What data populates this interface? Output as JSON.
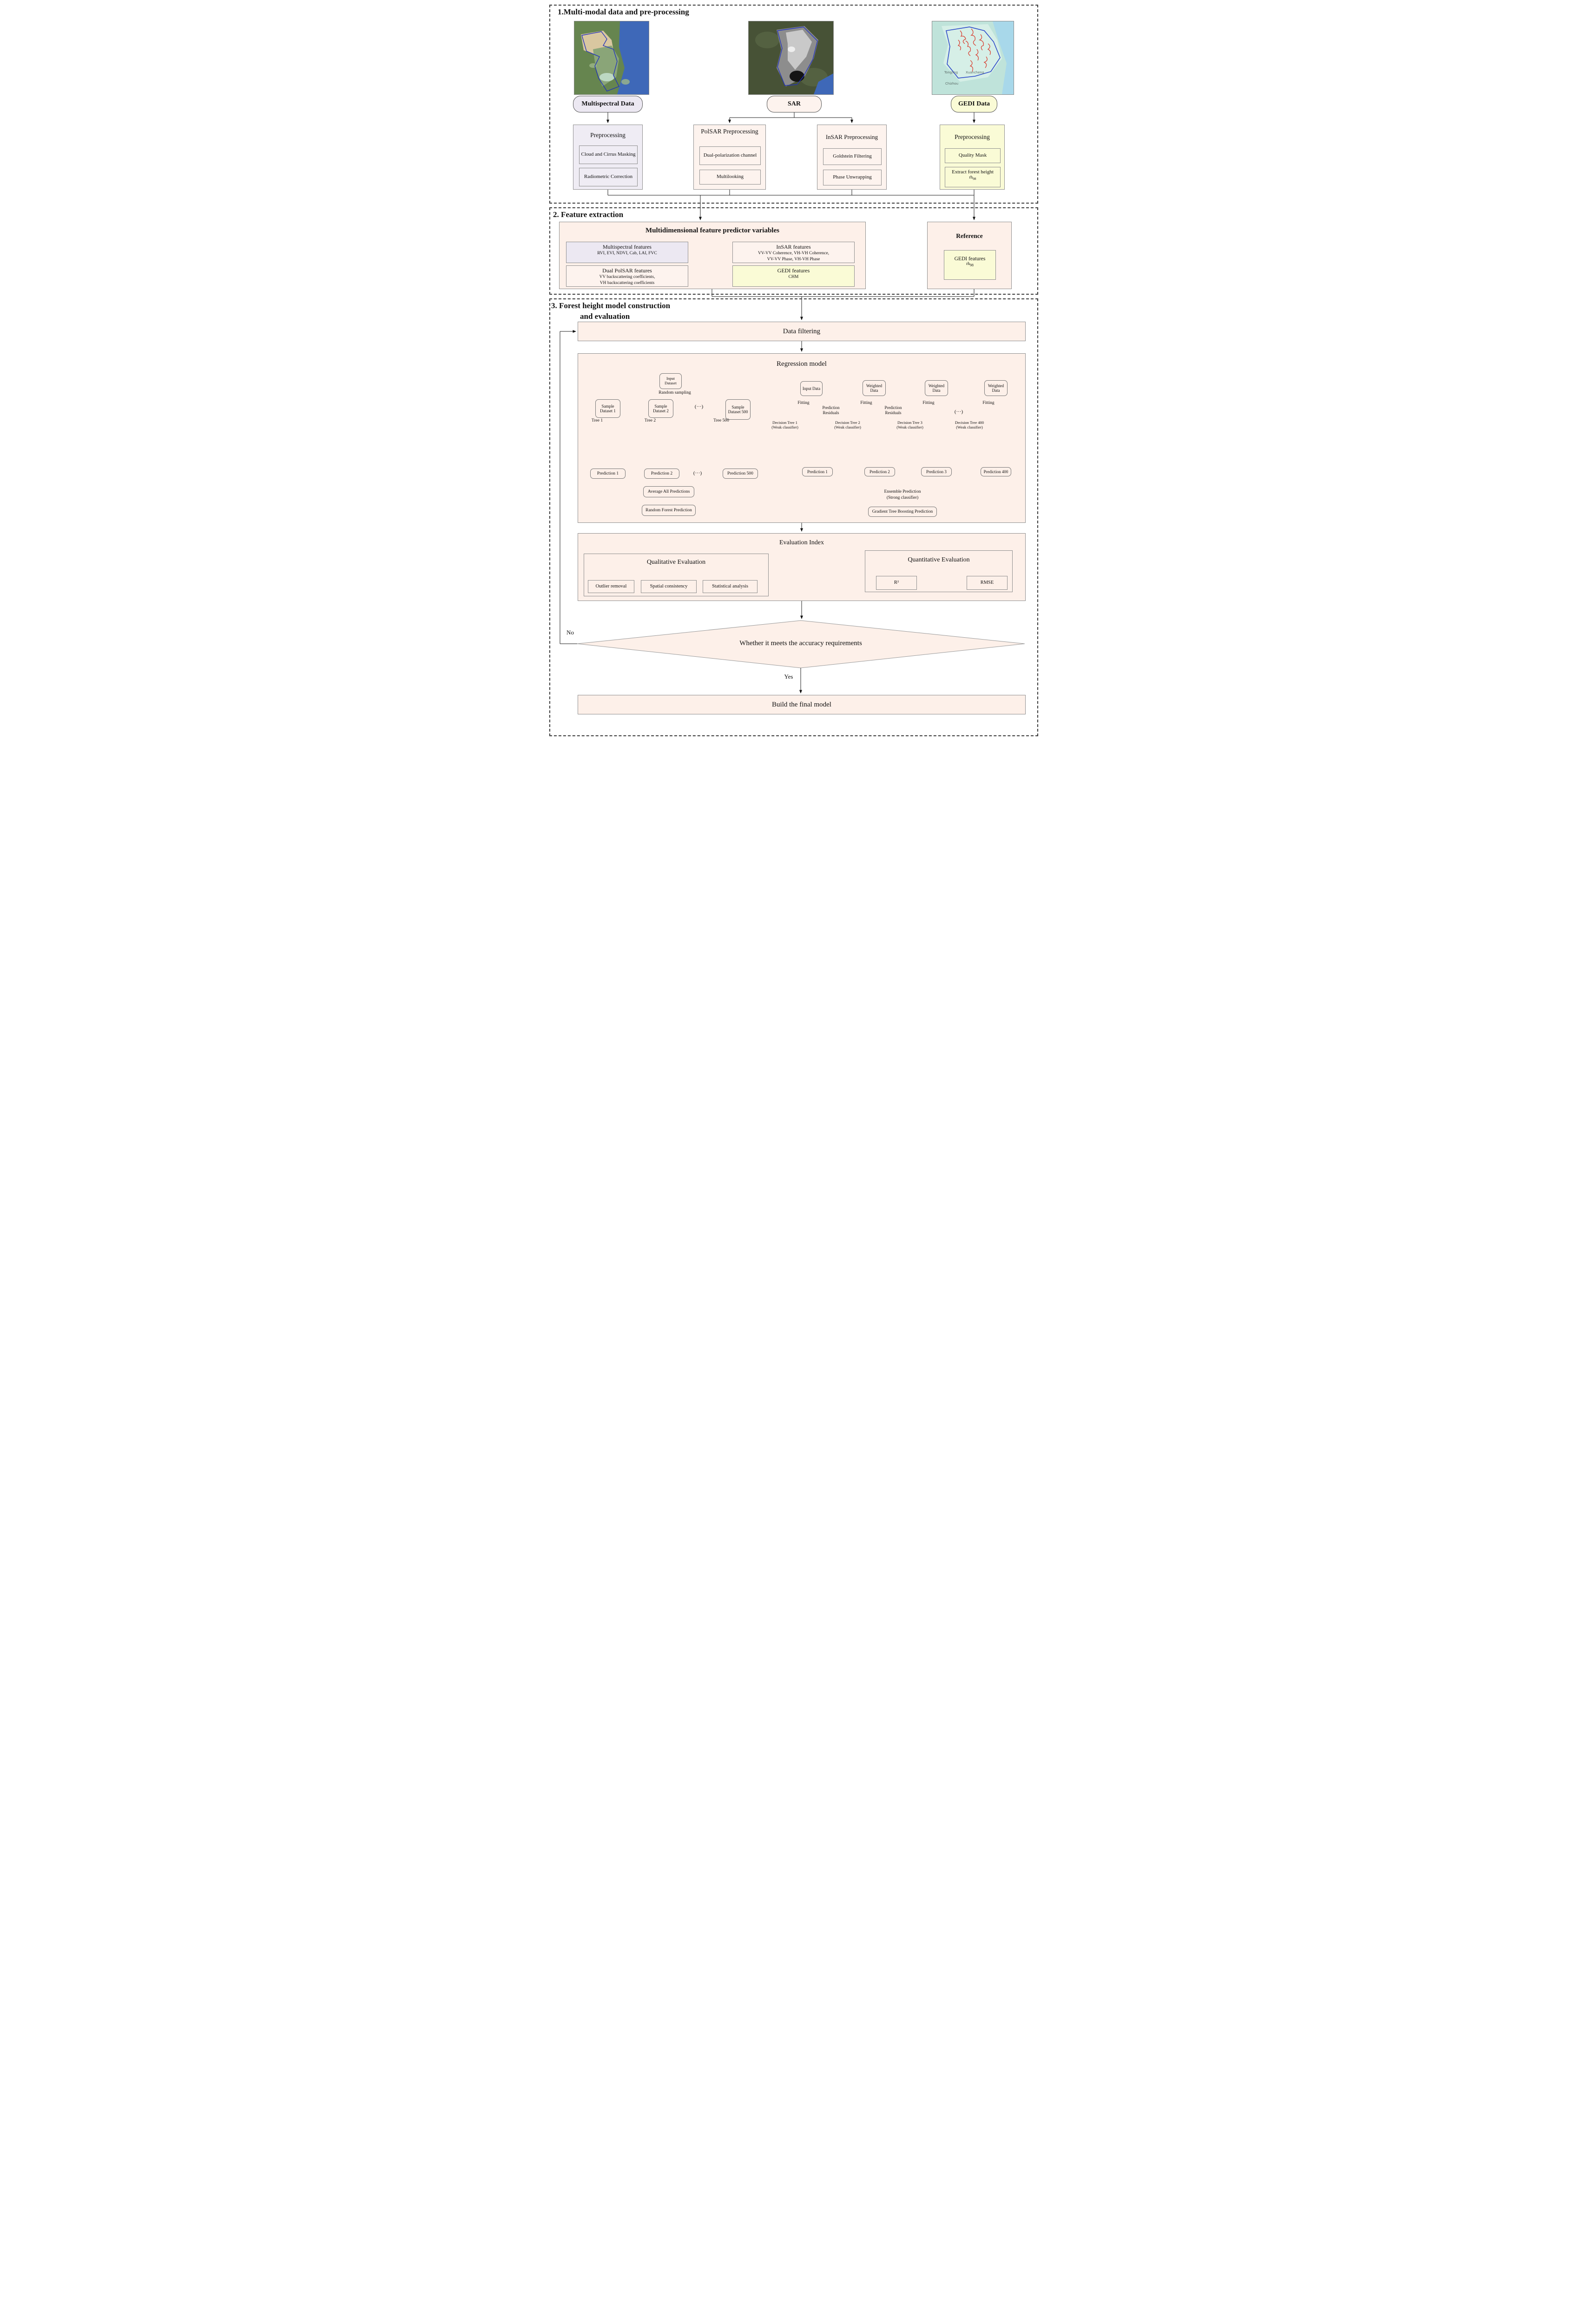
{
  "palette": {
    "panel_pink": "#fdf0e9",
    "panel_pink_light": "#fdf3ee",
    "lavender": "#ece8f2",
    "pale_yellow": "#fafbd6",
    "tree_node_green": "#a9ca8c",
    "tree_node_light": "#e6f2df",
    "sea_blue": "#3e68b8",
    "gedi_track_red": "#d93325"
  },
  "s1": {
    "title": "1.Multi-modal data and pre-processing",
    "pills": {
      "ms": "Multispectral Data",
      "sar": "SAR",
      "gedi": "GEDI Data"
    },
    "ms": {
      "title": "Preprocessing",
      "steps": [
        "Cloud and Cirrus Masking",
        "Radiometric Correction"
      ]
    },
    "polsar": {
      "title": "PolSAR Preprocessing",
      "steps": [
        "Dual-polarization channel",
        "Multilooking"
      ]
    },
    "insar": {
      "title": "InSAR Preprocessing",
      "steps": [
        "Goldstein Filtering",
        "Phase Unwrapping"
      ]
    },
    "gedi": {
      "title": "Preprocessing",
      "steps": [
        "Quality Mask"
      ],
      "extract_main": "Extract forest height",
      "extract_base": "rh",
      "extract_sub": "98"
    },
    "gedi_map_labels": [
      "Tongling",
      "Xuancheng",
      "Chizhou"
    ]
  },
  "s2": {
    "title": "2. Feature extraction",
    "predictor_title": "Multidimensional feature predictor variables",
    "groups": [
      {
        "title": "Multispectral features",
        "lines": [
          "RVI, EVI, NDVI, Cab, LAI, FVC"
        ]
      },
      {
        "title": "Dual PolSAR features",
        "lines": [
          "VV backscattering coefficients,",
          "VH backscattering coefficients"
        ]
      },
      {
        "title": "InSAR features",
        "lines": [
          "VV-VV Coherence, VH-VH Coherence,",
          "VV-VV Phase,  VH-VH Phase"
        ]
      },
      {
        "title": "GEDI features",
        "lines": [
          "CHM"
        ]
      }
    ],
    "reference": {
      "title": "Reference",
      "inner_title": "GEDI features",
      "inner_base": "rh",
      "inner_sub": "98"
    }
  },
  "s3": {
    "title1": "3. Forest height model construction",
    "title2": "and evaluation",
    "data_filtering": "Data filtering",
    "regression_title": "Regression model",
    "rf": {
      "input": "Input Dataset",
      "sampling": "Random sampling",
      "samples": [
        "Sample Dataset 1",
        "Sample Dataset 2",
        "Sample Dataset 500"
      ],
      "ellipsis": "(···)",
      "tree_labels": [
        "Tree 1",
        "Tree 2",
        "Tree 500"
      ],
      "predictions": [
        "Prediction 1",
        "Prediction 2",
        "Prediction 500"
      ],
      "average": "Average All Predictions",
      "output": "Random Forest Prediction"
    },
    "gb": {
      "input": "Input Data",
      "weighted": "Weighted Data",
      "fitting": "Fitting",
      "residuals": "Prediction Residuals",
      "ellipsis": "(···)",
      "trees": [
        {
          "name": "Decision Tree 1",
          "type": "(Weak classifier)"
        },
        {
          "name": "Decision Tree 2",
          "type": "(Weak classifier)"
        },
        {
          "name": "Decision Tree 3",
          "type": "(Weak classifier)"
        },
        {
          "name": "Decision Tree 400",
          "type": "(Weak classifier)"
        }
      ],
      "predictions": [
        "Prediction 1",
        "Prediction 2",
        "Prediction 3",
        "Prediction 400"
      ],
      "ensemble1": "Ensemble Prediction",
      "ensemble2": "(Strong classifier)",
      "output": "Gradient Tree Boosting Prediction"
    },
    "evaluation": {
      "title": "Evaluation Index",
      "qualitative": {
        "title": "Qualitative Evaluation",
        "items": [
          "Outlier removal",
          "Spatial consistency",
          "Statistical analysis"
        ]
      },
      "quantitative": {
        "title": "Quantitative Evaluation",
        "items": [
          "R²",
          "RMSE"
        ]
      }
    },
    "decision": "Whether it meets the accuracy requirements",
    "no": "No",
    "yes": "Yes",
    "final": "Build the final model"
  }
}
